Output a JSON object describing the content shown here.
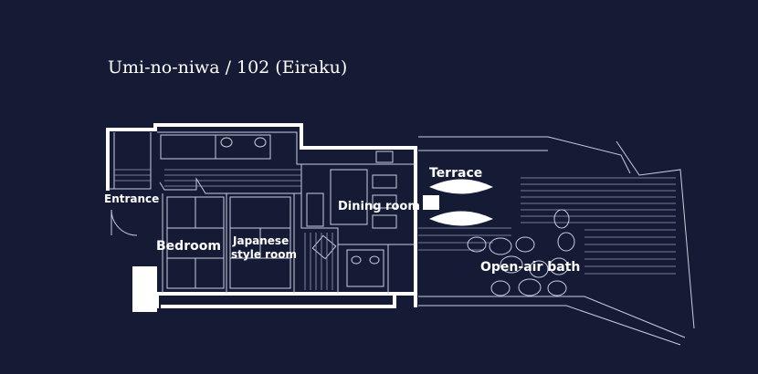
{
  "title": "Umi-no-niwa / 102 (Eiraku)",
  "rooms": {
    "entrance": "Entrance",
    "bedroom": "Bedroom",
    "japanese_line1": "Japanese",
    "japanese_line2": "style room",
    "dining": "Dining room",
    "terrace": "Terrace",
    "bath": "Open-air bath"
  },
  "colors": {
    "background": "#151b35",
    "lines": "#ffffff"
  }
}
